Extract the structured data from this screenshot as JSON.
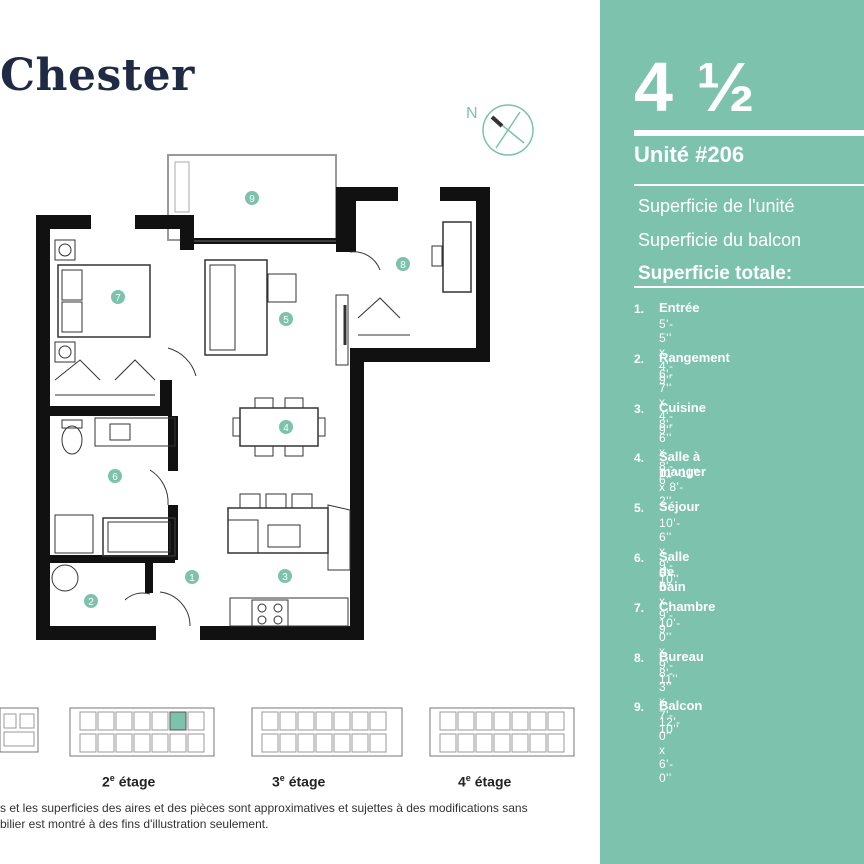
{
  "brand": "Chester",
  "sidebar": {
    "unit_type_whole": "4",
    "unit_type_fraction": "½",
    "unit_label": "Unité #206",
    "area_unit": "Superficie de l'unité",
    "area_balcony": "Superficie du balcon",
    "area_total": "Superficie totale:",
    "rooms": [
      {
        "num": "1.",
        "name": "Entrée",
        "dims": "5'- 5'' x 4'- 9''"
      },
      {
        "num": "2.",
        "name": "Rangement",
        "dims": "6'- 7'' x 4'- 9''"
      },
      {
        "num": "3.",
        "name": "Cuisine",
        "dims": "8'- 6'' x 8'- 6''"
      },
      {
        "num": "4.",
        "name": "Salle à manger",
        "dims": "11'-11'' x 8'- 2''"
      },
      {
        "num": "5.",
        "name": "Séjour",
        "dims": "10'- 6'' x 9'- 10''"
      },
      {
        "num": "6.",
        "name": "Salle de bain",
        "dims": "8'- 6'' x 9'- 9''"
      },
      {
        "num": "7.",
        "name": "Chambre",
        "dims": "10'- 0'' x 9'- 11''"
      },
      {
        "num": "8.",
        "name": "Bureau",
        "dims": "8'- 3'' x 7'- 10''"
      },
      {
        "num": "9.",
        "name": "Balcon",
        "dims": "12'- 0'' x 6'- 0''"
      }
    ]
  },
  "plan": {
    "compass_letter": "N",
    "markers": [
      "1",
      "2",
      "3",
      "4",
      "5",
      "6",
      "7",
      "8",
      "9"
    ],
    "marker_color": "#7cc2ad"
  },
  "floors": [
    {
      "num": "2",
      "suffix": "e",
      "word": "étage",
      "highlight": true
    },
    {
      "num": "3",
      "suffix": "e",
      "word": "étage",
      "highlight": false
    },
    {
      "num": "4",
      "suffix": "e",
      "word": "étage",
      "highlight": false
    }
  ],
  "disclaimer": {
    "line1": "s et les superficies des aires et des pièces sont approximatives et sujettes à des modifications sans",
    "line2": "bilier est montré à des fins d'illustration seulement."
  },
  "colors": {
    "accent": "#7cc2ad",
    "brand_text": "#1f2a44",
    "wall": "#111111"
  }
}
